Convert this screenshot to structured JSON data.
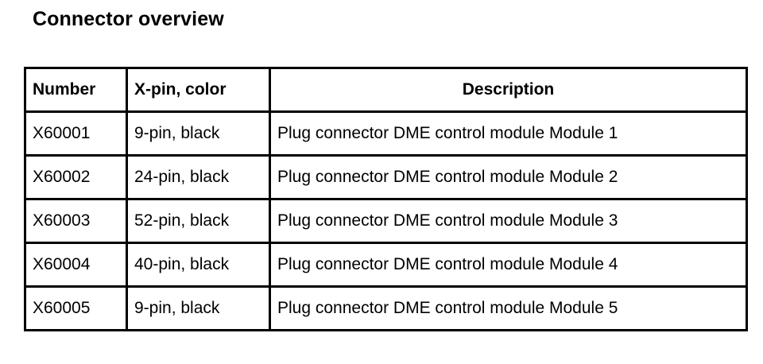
{
  "document": {
    "title": "Connector overview",
    "background_color": "#ffffff",
    "text_color": "#000000",
    "border_color": "#000000"
  },
  "table": {
    "name": "connector-overview-table",
    "columns": [
      {
        "key": "number",
        "label": "Number",
        "align": "left"
      },
      {
        "key": "xpin_color",
        "label": "X-pin, color",
        "align": "left"
      },
      {
        "key": "description",
        "label": "Description",
        "align": "center"
      }
    ],
    "rows": [
      {
        "number": "X60001",
        "xpin_color": "9-pin, black",
        "description": "Plug connector DME control module Module 1"
      },
      {
        "number": "X60002",
        "xpin_color": "24-pin, black",
        "description": "Plug connector DME control module Module 2"
      },
      {
        "number": "X60003",
        "xpin_color": "52-pin, black",
        "description": "Plug connector DME control module Module 3"
      },
      {
        "number": "X60004",
        "xpin_color": "40-pin, black",
        "description": "Plug connector DME control module Module 4"
      },
      {
        "number": "X60005",
        "xpin_color": "9-pin, black",
        "description": "Plug connector DME control module Module 5"
      }
    ]
  }
}
